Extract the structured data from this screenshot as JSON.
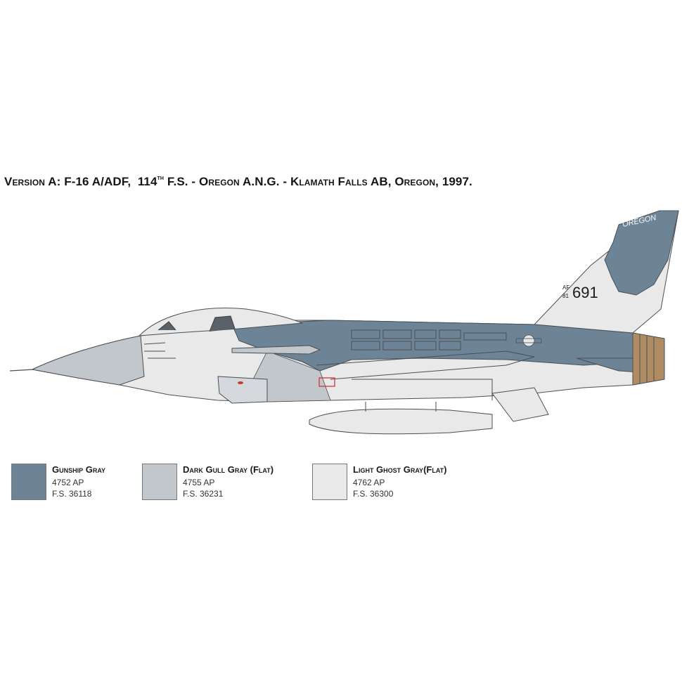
{
  "title": {
    "version": "Version A:",
    "model": "F-16 A/ADF,",
    "unit_number": "114",
    "unit_suffix": "th",
    "unit_rest": "F.S. - Oregon A.N.G. - Klamath Falls AB, Oregon, 1997."
  },
  "aircraft": {
    "tail_text": "OREGON",
    "tail_af": "AF",
    "tail_year": "81",
    "tail_number": "691"
  },
  "colors": {
    "gunship_gray": "#6d8496",
    "dark_gull_gray": "#c2c7cc",
    "light_ghost_gray": "#e8e9e8",
    "outline": "#4a4f55",
    "nozzle": "#b08c63"
  },
  "legend": [
    {
      "name": "Gunship Gray",
      "code": "4752 AP",
      "fs": "F.S. 36118",
      "color": "#6d8496"
    },
    {
      "name": "Dark Gull Gray (Flat)",
      "code": "4755 AP",
      "fs": "F.S. 36231",
      "color": "#c2c7cc"
    },
    {
      "name": "Light Ghost Gray(Flat)",
      "code": "4762 AP",
      "fs": "F.S. 36300",
      "color": "#e8e9e8"
    }
  ]
}
